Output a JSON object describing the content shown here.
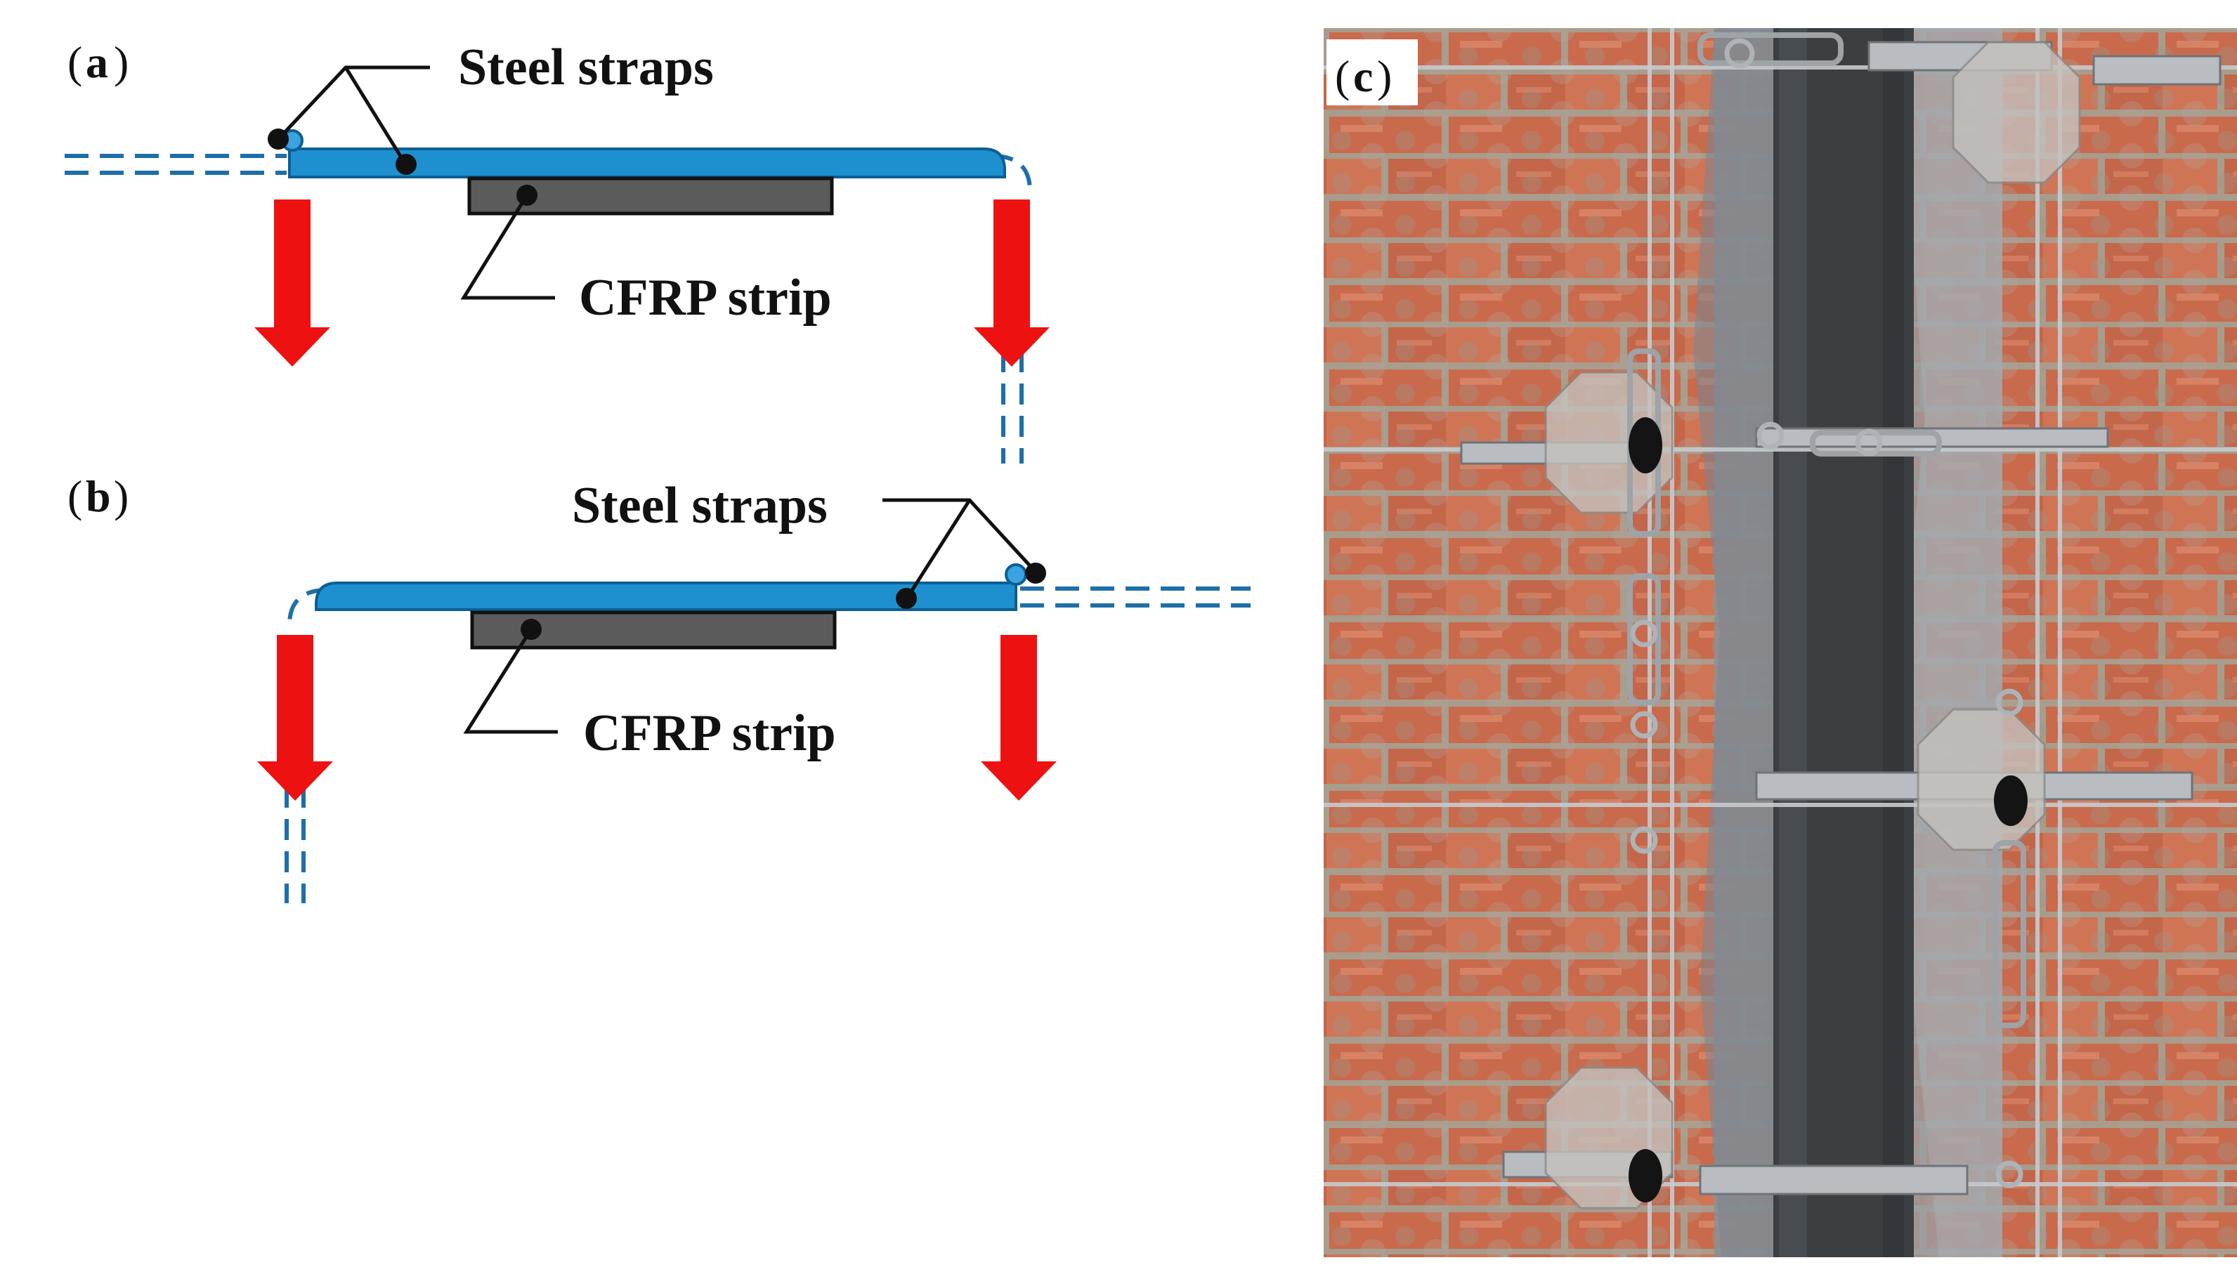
{
  "panels": {
    "a": {
      "label": "a",
      "steel_label": "Steel straps",
      "cfrp_label": "CFRP strip"
    },
    "b": {
      "label": "b",
      "steel_label": "Steel straps",
      "cfrp_label": "CFRP strip"
    },
    "c": {
      "label": "c"
    }
  },
  "colors": {
    "strap": "#1e90d0",
    "strap_outline": "#0b5f94",
    "cfrp": "#5b5b5b",
    "arrow": "#ee1111",
    "leader": "#111111",
    "brick": "#c96a4c",
    "mortar": "#a89c8c",
    "cfrp_photo": "#3b3f42",
    "steel": "#b9bdc2"
  },
  "icons": {
    "down_arrow": "down-arrow-icon",
    "anchor_point": "anchor-dot-icon"
  }
}
